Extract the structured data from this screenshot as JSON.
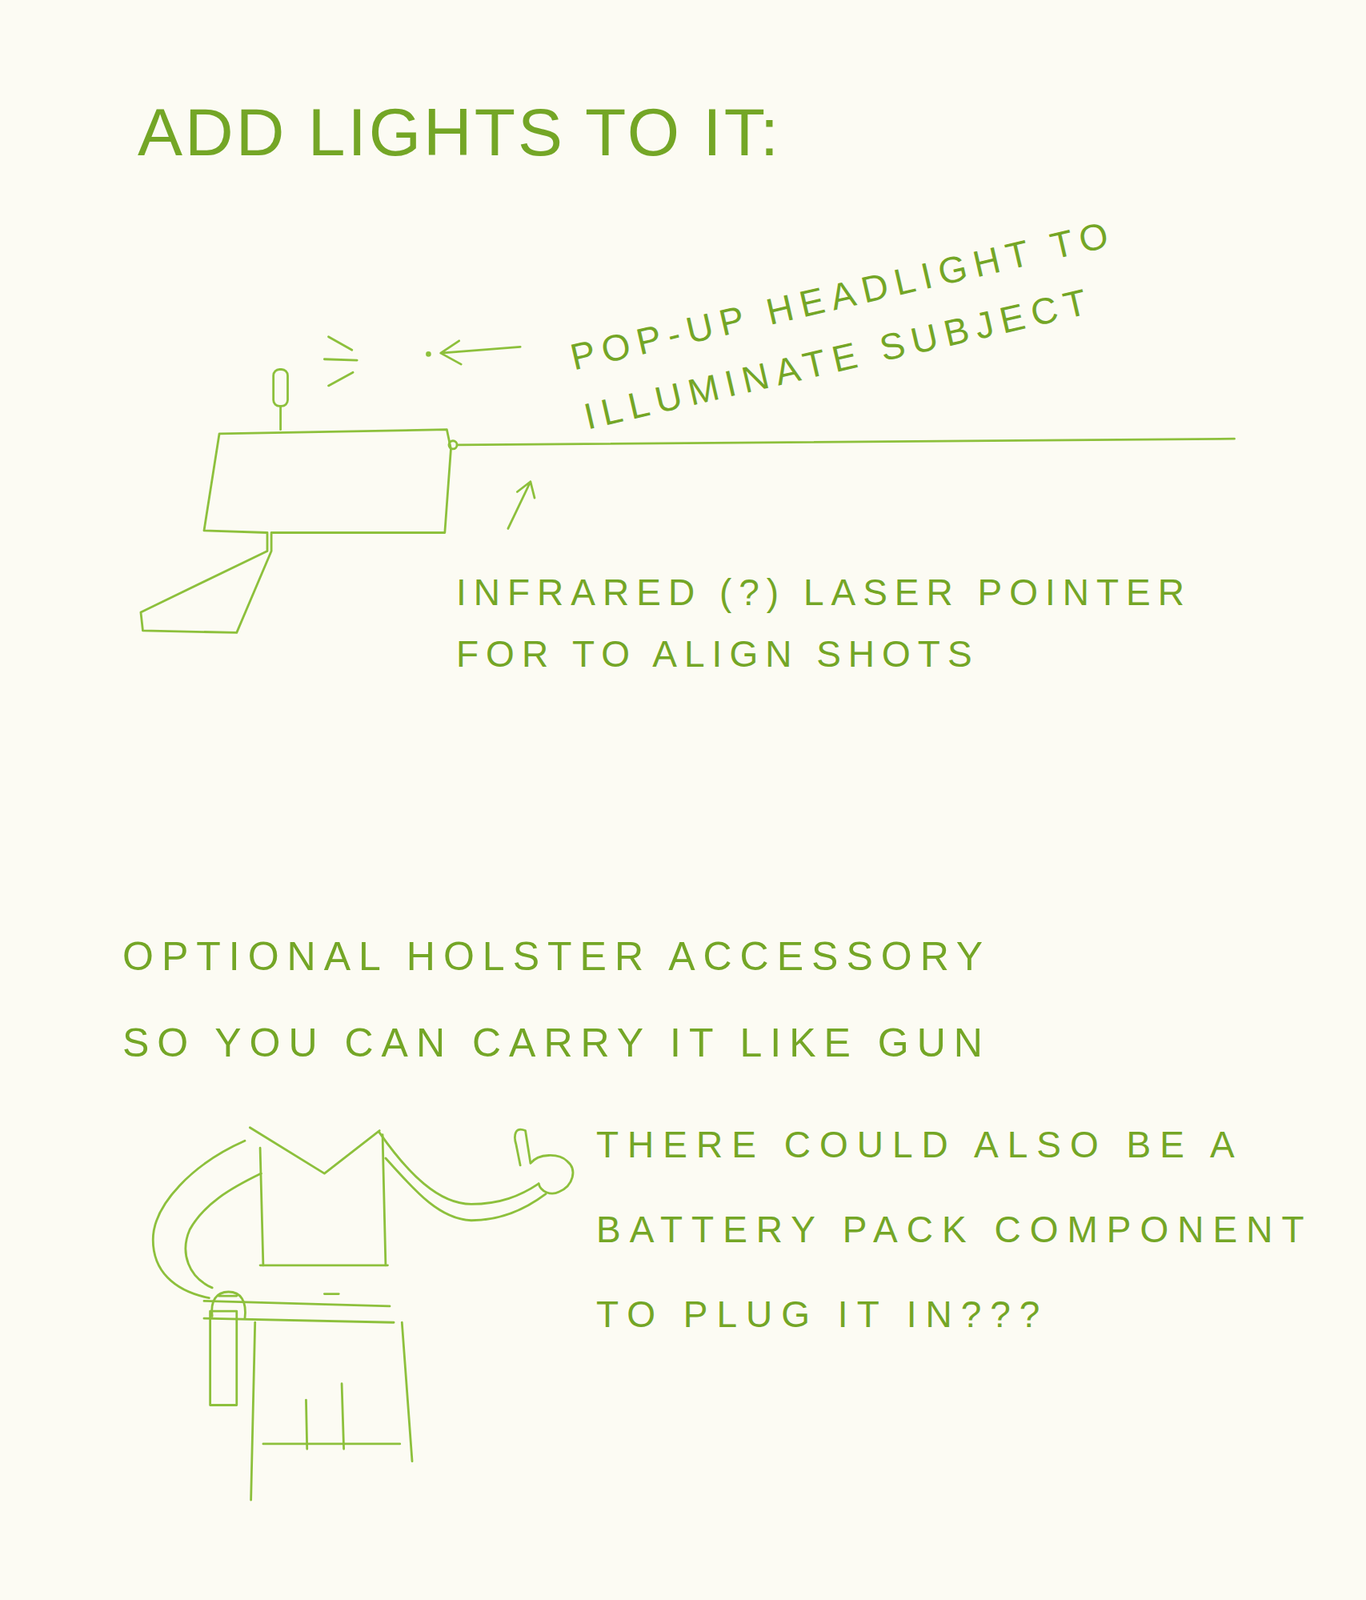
{
  "diagram": {
    "title": "ADD LIGHTS TO IT:",
    "labels": [
      "POP-UP HEADLIGHT TO ILLUMINATE SUBJECT",
      "INFRARED (?) LASER POINTER FOR TO ALIGN SHOTS",
      "OPTIONAL HOLSTER ACCESSORY SO YOU CAN CARRY IT LIKE GUN",
      "THERE COULD ALSO BE A BATTERY PACK COMPONENT TO PLUG IT IN???"
    ]
  }
}
